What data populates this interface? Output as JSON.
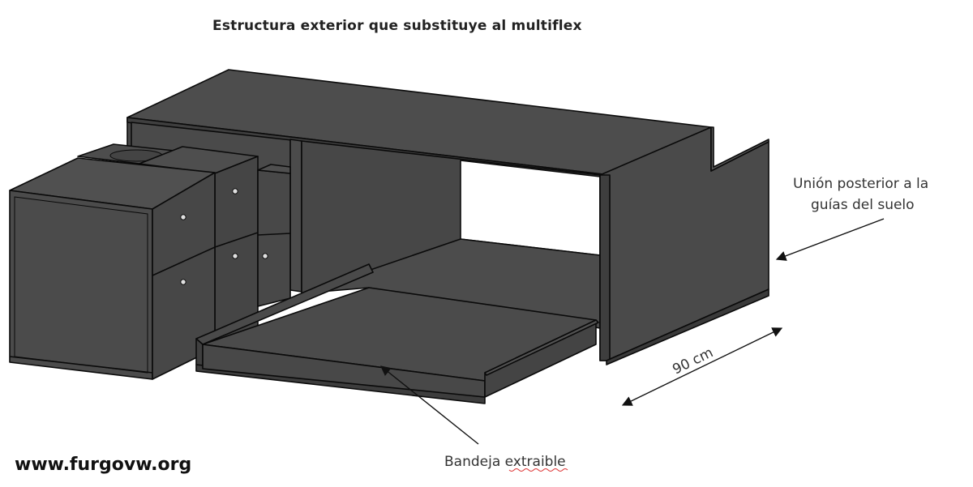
{
  "title": "Estructura exterior que substituye al multiflex",
  "annotations": {
    "rear_joint": {
      "line1": "Unión posterior a la",
      "line2": "guías del suelo"
    },
    "width_dimension": "90 cm",
    "tray": "Bandeja extraible"
  },
  "watermark": "www.furgovw.org",
  "colors": {
    "panel_top": "#4d4d4d",
    "panel_side": "#4a4a4a",
    "panel_dark": "#3c3c3c",
    "edge": "#0a0a0a",
    "background": "#ffffff"
  }
}
